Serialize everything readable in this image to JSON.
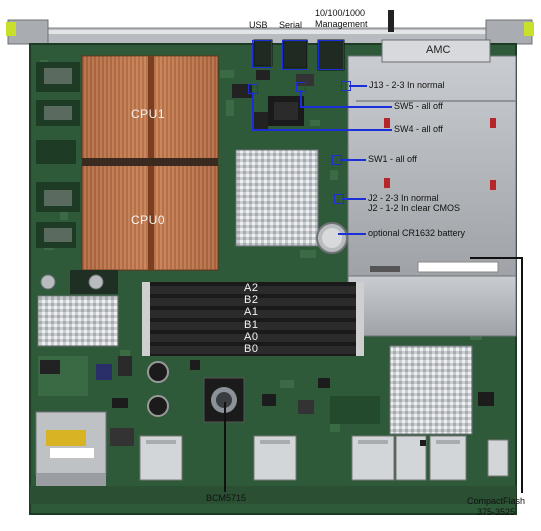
{
  "board": {
    "cpu1": "CPU1",
    "cpu0": "CPU0",
    "amc": "AMC",
    "memory_slots": [
      "A2",
      "B2",
      "A1",
      "B1",
      "A0",
      "B0"
    ]
  },
  "callouts": {
    "usb": "USB",
    "serial": "Serial",
    "management_line1": "10/100/1000",
    "management_line2": "Management",
    "j13": "J13 - 2-3 In normal",
    "sw5": "SW5 - all off",
    "sw4": "SW4 - all off",
    "sw1": "SW1 - all off",
    "j2_line1": "J2 - 2-3 In normal",
    "j2_line2": "J2 - 1-2 In clear CMOS",
    "battery": "optional  CR1632  battery",
    "bcm": "BCM5715",
    "cf_line1": "CompactFlash",
    "cf_line2": "375-3525"
  },
  "colors": {
    "pcb": "#2f5a3a",
    "copper": "#b0683e",
    "heatsink": "#cfd4d8",
    "callout": "#1a2fd8"
  }
}
